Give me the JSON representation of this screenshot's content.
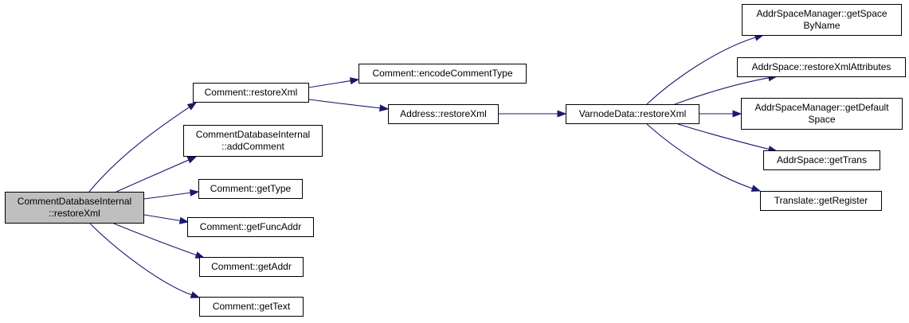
{
  "graph": {
    "colors": {
      "root_fill": "#bfbfbf",
      "node_fill": "#ffffff",
      "border": "#000000",
      "edge": "#191970",
      "background": "#ffffff"
    },
    "nodes": [
      {
        "id": "root",
        "lines": [
          "CommentDatabaseInternal",
          "::restoreXml"
        ],
        "is_root": true
      },
      {
        "id": "c_restorexml",
        "lines": [
          "Comment::restoreXml"
        ]
      },
      {
        "id": "cdi_addcomment",
        "lines": [
          "CommentDatabaseInternal",
          "::addComment"
        ]
      },
      {
        "id": "c_gettype",
        "lines": [
          "Comment::getType"
        ]
      },
      {
        "id": "c_getfuncaddr",
        "lines": [
          "Comment::getFuncAddr"
        ]
      },
      {
        "id": "c_getaddr",
        "lines": [
          "Comment::getAddr"
        ]
      },
      {
        "id": "c_gettext",
        "lines": [
          "Comment::getText"
        ]
      },
      {
        "id": "c_encodecommenttype",
        "lines": [
          "Comment::encodeCommentType"
        ]
      },
      {
        "id": "addr_restorexml",
        "lines": [
          "Address::restoreXml"
        ]
      },
      {
        "id": "vn_restorexml",
        "lines": [
          "VarnodeData::restoreXml"
        ]
      },
      {
        "id": "asm_getspacebyname",
        "lines": [
          "AddrSpaceManager::getSpace",
          "ByName"
        ]
      },
      {
        "id": "as_restorexmlattributes",
        "lines": [
          "AddrSpace::restoreXmlAttributes"
        ]
      },
      {
        "id": "asm_getdefaultspace",
        "lines": [
          "AddrSpaceManager::getDefault",
          "Space"
        ]
      },
      {
        "id": "as_gettrans",
        "lines": [
          "AddrSpace::getTrans"
        ]
      },
      {
        "id": "tr_getregister",
        "lines": [
          "Translate::getRegister"
        ]
      }
    ],
    "edges": [
      {
        "from": "root",
        "to": "c_restorexml"
      },
      {
        "from": "root",
        "to": "cdi_addcomment"
      },
      {
        "from": "root",
        "to": "c_gettype"
      },
      {
        "from": "root",
        "to": "c_getfuncaddr"
      },
      {
        "from": "root",
        "to": "c_getaddr"
      },
      {
        "from": "root",
        "to": "c_gettext"
      },
      {
        "from": "c_restorexml",
        "to": "c_encodecommenttype"
      },
      {
        "from": "c_restorexml",
        "to": "addr_restorexml"
      },
      {
        "from": "addr_restorexml",
        "to": "vn_restorexml"
      },
      {
        "from": "vn_restorexml",
        "to": "asm_getspacebyname"
      },
      {
        "from": "vn_restorexml",
        "to": "as_restorexmlattributes"
      },
      {
        "from": "vn_restorexml",
        "to": "asm_getdefaultspace"
      },
      {
        "from": "vn_restorexml",
        "to": "as_gettrans"
      },
      {
        "from": "vn_restorexml",
        "to": "tr_getregister"
      }
    ]
  }
}
